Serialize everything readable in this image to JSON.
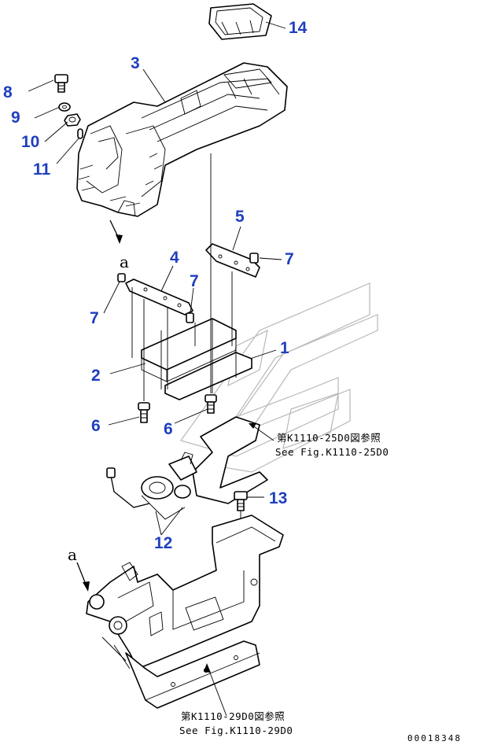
{
  "diagram": {
    "part_numbers": [
      {
        "id": "p1",
        "label": "1"
      },
      {
        "id": "p2",
        "label": "2"
      },
      {
        "id": "p3",
        "label": "3"
      },
      {
        "id": "p4",
        "label": "4"
      },
      {
        "id": "p5",
        "label": "5"
      },
      {
        "id": "p6a",
        "label": "6"
      },
      {
        "id": "p6b",
        "label": "6"
      },
      {
        "id": "p7a",
        "label": "7"
      },
      {
        "id": "p7b",
        "label": "7"
      },
      {
        "id": "p7c",
        "label": "7"
      },
      {
        "id": "p8",
        "label": "8"
      },
      {
        "id": "p9",
        "label": "9"
      },
      {
        "id": "p10",
        "label": "10"
      },
      {
        "id": "p11",
        "label": "11"
      },
      {
        "id": "p12",
        "label": "12"
      },
      {
        "id": "p13",
        "label": "13"
      },
      {
        "id": "p14",
        "label": "14"
      }
    ],
    "references": {
      "upper_jp": "第K1110-25D0図参照",
      "upper_en": "See Fig.K1110-25D0",
      "lower_jp": "第K1110-29D0図参照",
      "lower_en": "See Fig.K1110-29D0"
    },
    "markers": {
      "top": "a",
      "bottom": "a"
    },
    "drawing_code": "00018348",
    "colors": {
      "callout": "#1f3fbf",
      "line": "#000000",
      "watermark": "#b8b8b8"
    }
  }
}
